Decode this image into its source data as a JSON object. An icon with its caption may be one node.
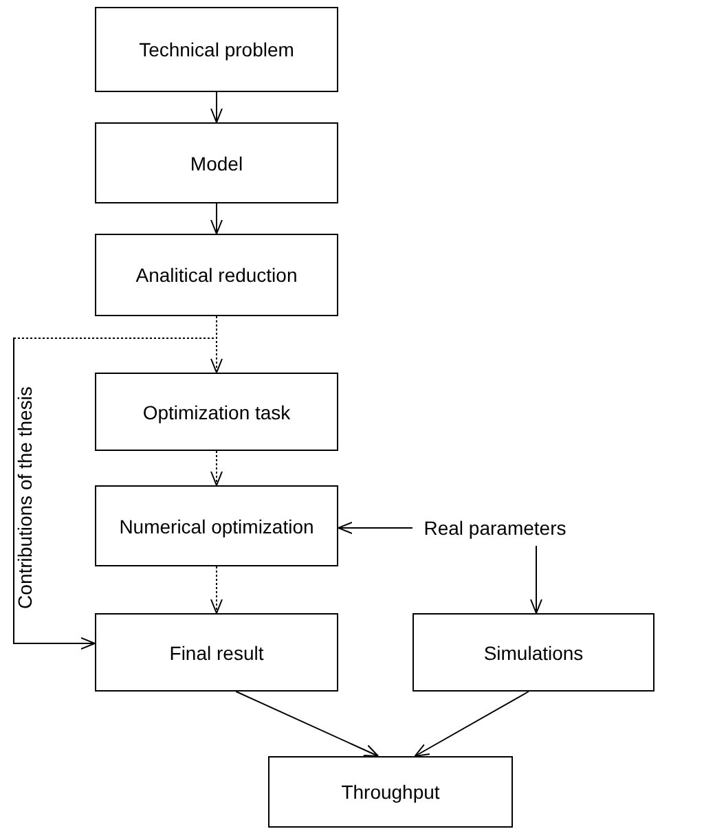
{
  "diagram": {
    "nodes": [
      {
        "text": [
          "Technical problem"
        ]
      },
      {
        "text": [
          "Model"
        ]
      },
      {
        "text": [
          "Analitical reduction"
        ]
      },
      {
        "text": [
          "Optimization task"
        ]
      },
      {
        "text": [
          "Numerical optimization"
        ]
      },
      {
        "text": [
          "Final result"
        ]
      },
      {
        "text": [
          "Simulations"
        ]
      },
      {
        "text": [
          "Throughput"
        ]
      },
      {
        "text": [
          "Real parameters"
        ]
      }
    ],
    "edges": [
      {
        "from": 0,
        "to": 1,
        "arrow": "to"
      },
      {
        "from": 1,
        "to": 2,
        "arrow": "to"
      },
      {
        "from": 2,
        "to": 3,
        "arrow": "to",
        "style": "dashed"
      },
      {
        "from": 2,
        "to": 5,
        "arrow": "to",
        "style": "dashed"
      },
      {
        "from": 3,
        "to": 4,
        "arrow": "to",
        "style": "dashed"
      },
      {
        "from": 4,
        "to": 5,
        "arrow": "to",
        "style": "dashed"
      },
      {
        "from": 8,
        "to": 4,
        "arrow": "to"
      },
      {
        "from": 8,
        "to": 6,
        "arrow": "to"
      },
      {
        "from": 5,
        "to": 7,
        "arrow": "to"
      },
      {
        "from": 6,
        "to": 7,
        "arrow": "to"
      }
    ],
    "labels": [
      "Contributions of the thesis"
    ]
  }
}
